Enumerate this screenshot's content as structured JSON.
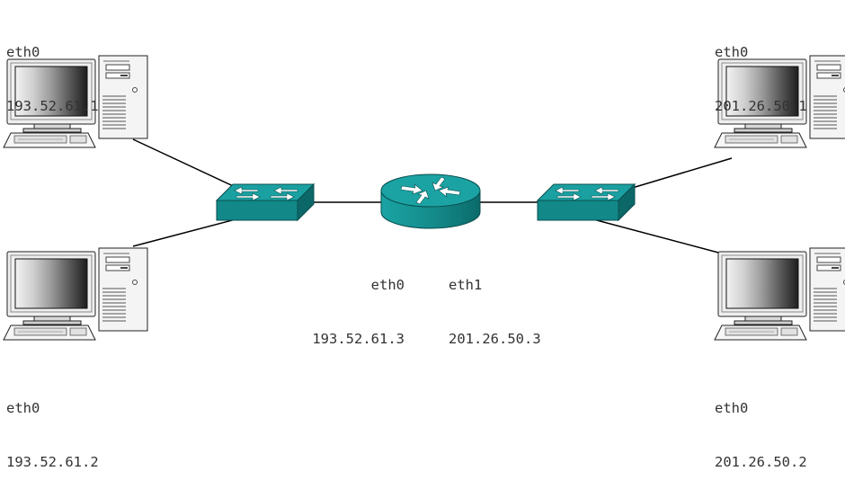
{
  "hosts": [
    {
      "iface": "eth0",
      "ip": "193.52.61.1"
    },
    {
      "iface": "eth0",
      "ip": "193.52.61.2"
    },
    {
      "iface": "eth0",
      "ip": "201.26.50.1"
    },
    {
      "iface": "eth0",
      "ip": "201.26.50.2"
    }
  ],
  "router": {
    "left_iface": "eth0",
    "left_ip": "193.52.61.3",
    "right_iface": "eth1",
    "right_ip": "201.26.50.3"
  },
  "colors": {
    "device_teal": "#128a8a",
    "device_dark": "#0b5f5f",
    "link": "#000000"
  }
}
